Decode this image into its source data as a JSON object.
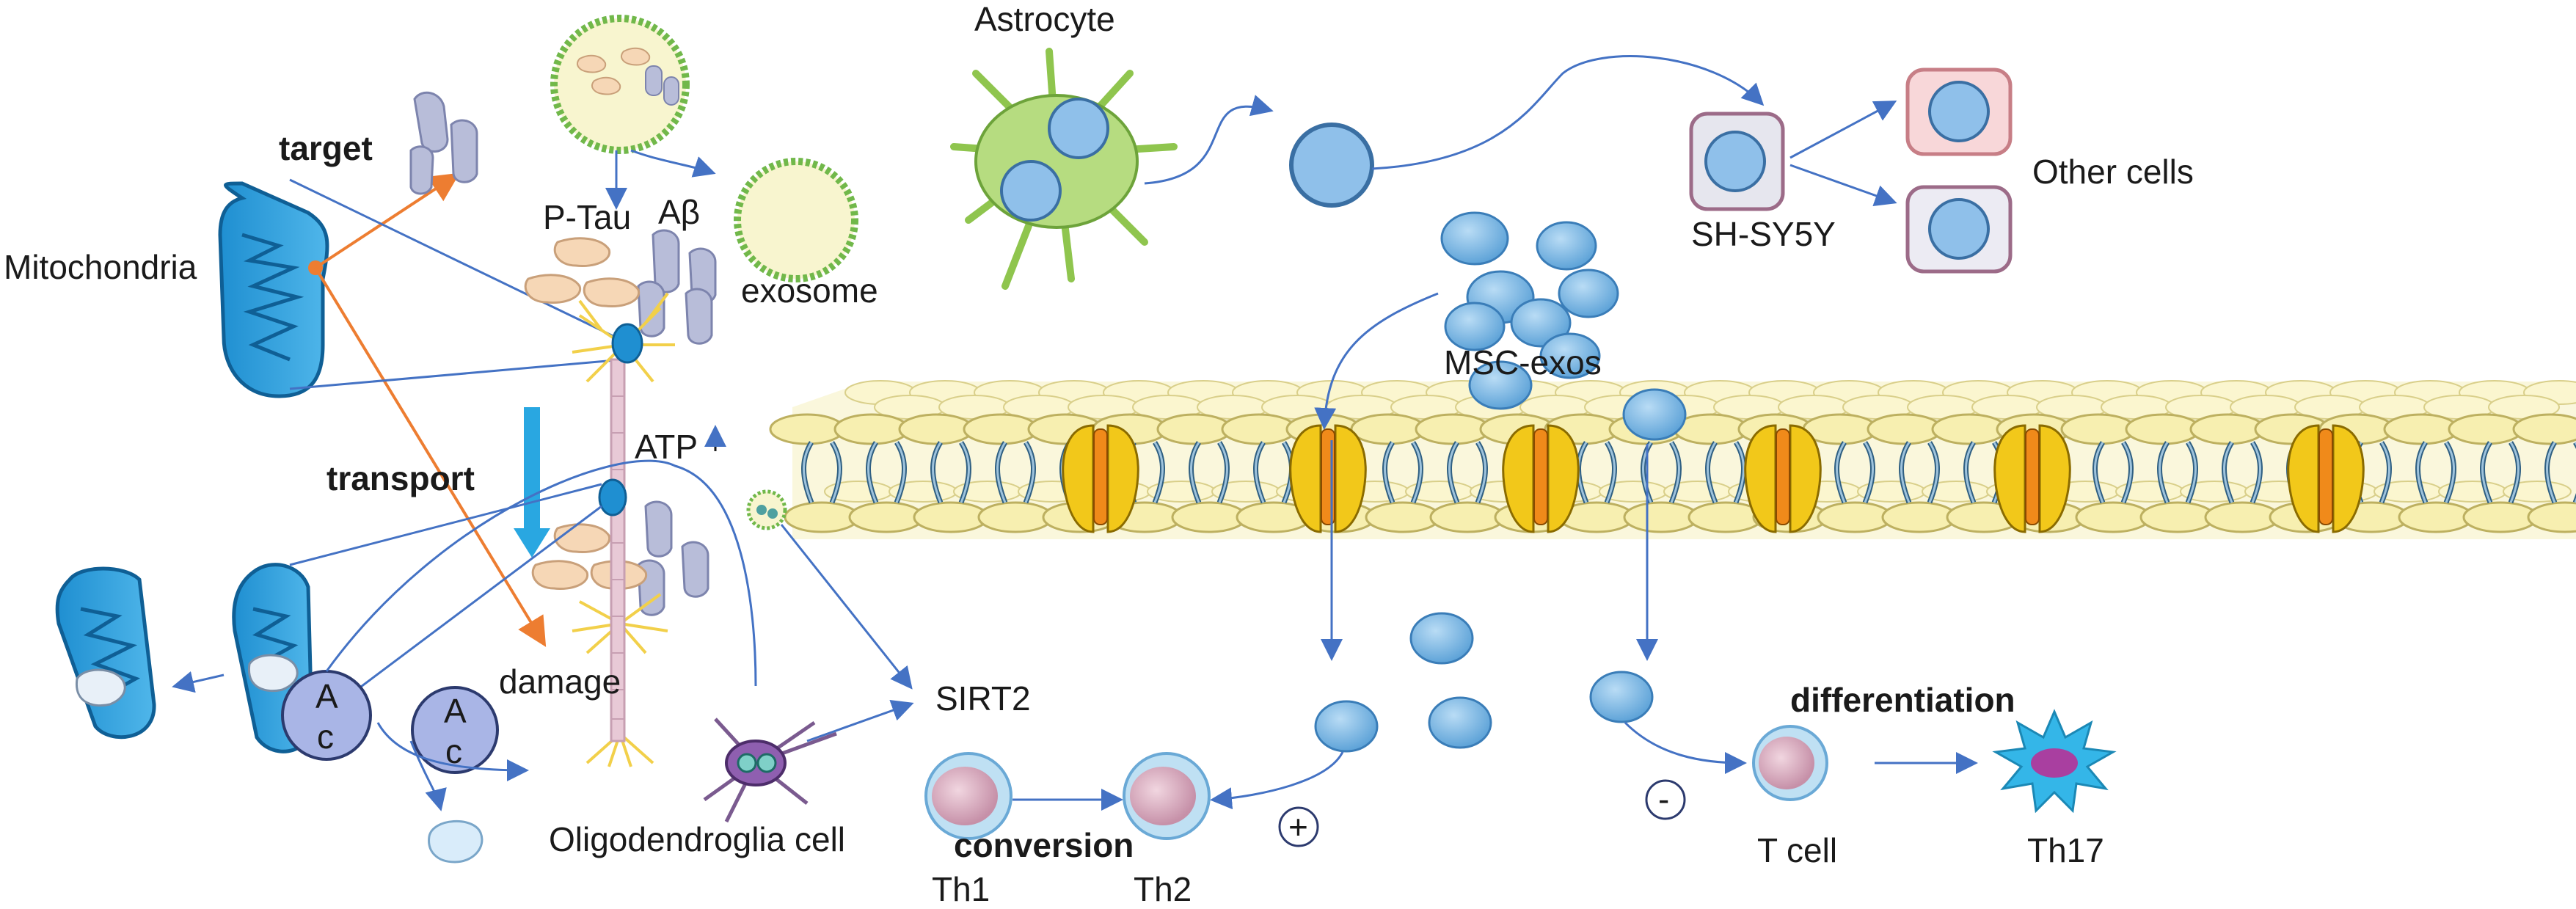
{
  "labels": {
    "target": "target",
    "mitochondria": "Mitochondria",
    "p_tau": "P-Tau",
    "abeta": "Aβ",
    "exosome": "exosome",
    "astrocyte": "Astrocyte",
    "sh_sy5y": "SH-SY5Y",
    "other_cells": "Other cells",
    "msc_exos": "MSC-exos",
    "transport": "transport",
    "atp": "ATP",
    "damage": "damage",
    "ac_1a": "A",
    "ac_1b": "c",
    "ac_2a": "A",
    "ac_2b": "c",
    "oligodendroglia": "Oligodendroglia cell",
    "sirt2": "SIRT2",
    "conversion": "conversion",
    "th1": "Th1",
    "th2": "Th2",
    "plus": "+",
    "minus": "-",
    "differentiation": "differentiation",
    "t_cell": "T cell",
    "th17": "Th17"
  },
  "colors": {
    "arrow_blue": "#4472c4",
    "arrow_orange": "#ed7d31",
    "exo_blue": "#7fb8e6",
    "mito_blue": "#1f8fd1",
    "membrane_yellow": "#f7f2bf",
    "channel_yellow": "#f2c81a",
    "transport_arrow": "#29a7e1"
  }
}
